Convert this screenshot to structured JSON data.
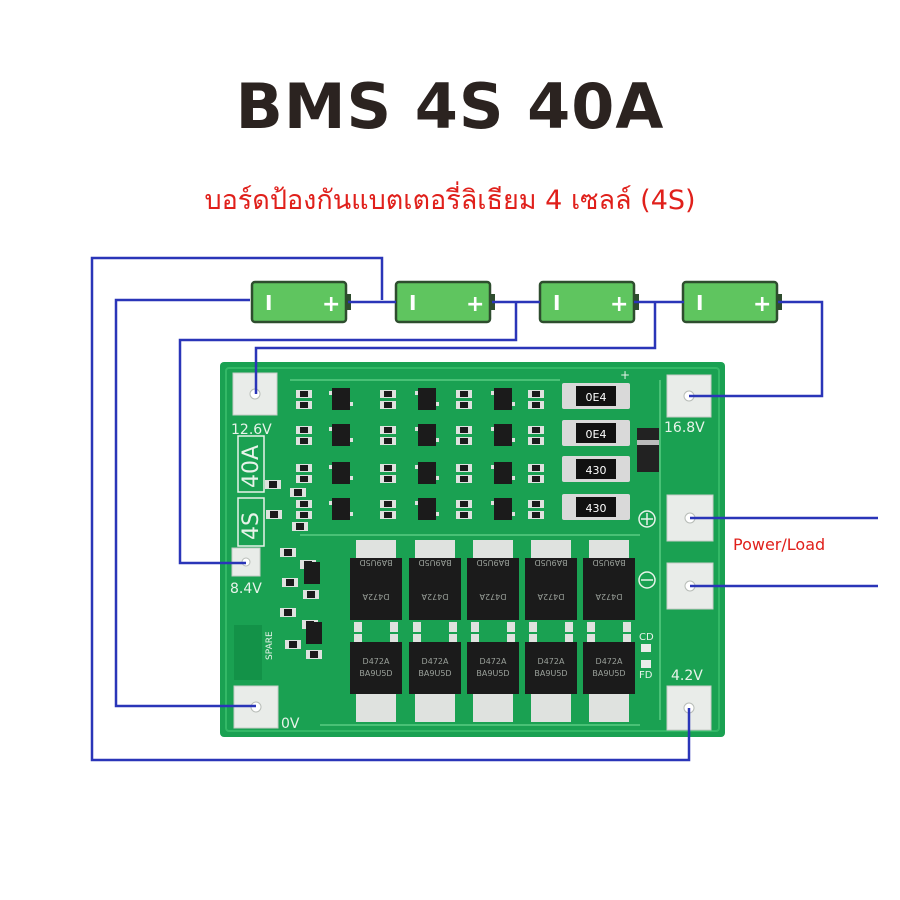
{
  "title": "BMS 4S 40A",
  "subtitle": "บอร์ดป้องกันแบตเตอรี่ลิเธียม 4 เซลล์ (4S)",
  "board": {
    "side_label_top": "4S",
    "side_label_bottom": "40A",
    "voltage_labels": {
      "v12_6": "12.6V",
      "v16_8": "16.8V",
      "v8_4": "8.4V",
      "v4_2": "4.2V",
      "v0": "0V"
    },
    "resistor_codes": [
      "0E4",
      "0E4",
      "430",
      "430"
    ],
    "mosfet_text_top": "D472A",
    "mosfet_text_bottom": "BA9U5D",
    "indicator_labels": [
      "CD",
      "FD"
    ],
    "spare_label": "SPARE",
    "plus_symbol": "+",
    "minus_symbol": "−"
  },
  "battery": {
    "minus_symbol": "I",
    "plus_symbol": "+",
    "count": 4
  },
  "power_load_label": "Power/Load",
  "colors": {
    "wire_blue": "#2a35b8",
    "board_green": "#1aa152",
    "battery_green": "#5fc55f",
    "title_color": "#2b2320",
    "subtitle_red": "#e0201b"
  }
}
